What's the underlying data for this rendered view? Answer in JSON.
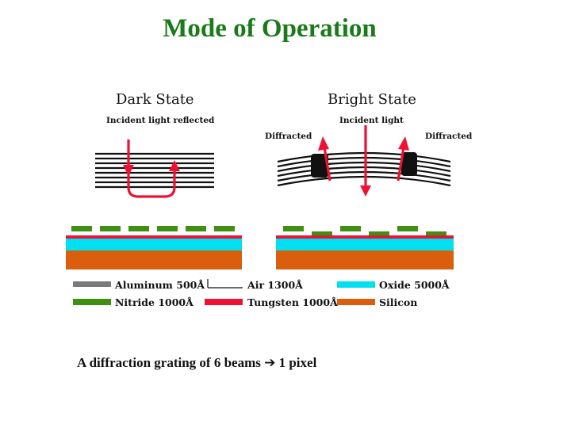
{
  "title": "Mode of Operation",
  "dark_state": {
    "label": "Dark State",
    "sublabel": "Incident light reflected"
  },
  "bright_state": {
    "label": "Bright State",
    "sublabel": "Incident light",
    "diffracted_left": "Diffracted",
    "diffracted_right": "Diffracted"
  },
  "legend": [
    {
      "label": "Aluminum 500Å",
      "color": "#7a7a7a"
    },
    {
      "label": "Air 1300Å",
      "color": "#ffffff"
    },
    {
      "label": "Oxide 5000Å",
      "color": "#00e0f0"
    },
    {
      "label": "Nitride 1000Å",
      "color": "#3f8f12"
    },
    {
      "label": "Tungsten 1000Å",
      "color": "#ee1133"
    },
    {
      "label": "Silicon",
      "color": "#d95f0e"
    }
  ],
  "caption": {
    "before": "A diffraction grating of 6 beams",
    "arrow": "➔",
    "after": "1 pixel"
  },
  "colors": {
    "title": "#1a7a1a",
    "arrow": "#ee1133",
    "nitride": "#3f8f12",
    "tungsten": "#ee1133",
    "oxide": "#00e0f0",
    "silicon": "#d95f0e"
  }
}
